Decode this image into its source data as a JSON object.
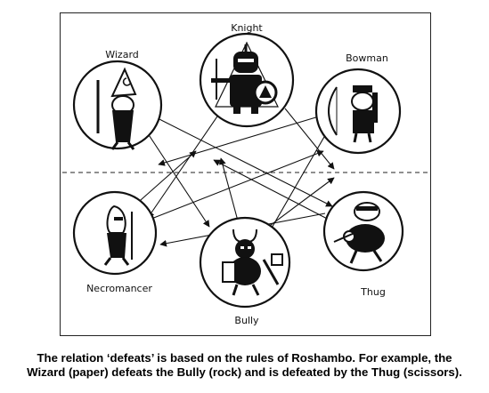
{
  "characters": {
    "knight": "Knight",
    "wizard": "Wizard",
    "bowman": "Bowman",
    "necromancer": "Necromancer",
    "thug": "Thug",
    "bully": "Bully"
  },
  "caption": {
    "line1": "The relation ‘defeats’ is based on the rules of Roshambo. For example, the",
    "line2": "Wizard (paper) defeats the Bully (rock) and is defeated by the Thug (scissors)."
  },
  "colors": {
    "ink": "#111111",
    "background": "#ffffff"
  }
}
